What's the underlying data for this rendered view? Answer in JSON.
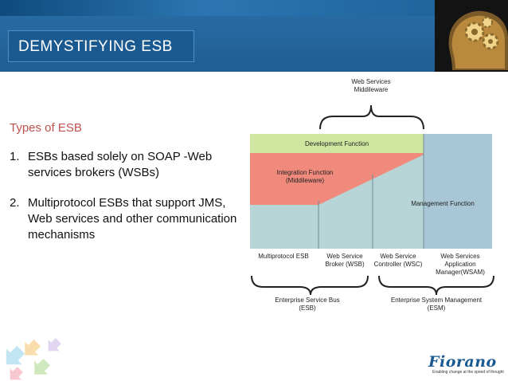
{
  "slide": {
    "title": "DEMYSTIFYING ESB"
  },
  "content": {
    "heading": "Types of ESB",
    "items": [
      {
        "number": "1.",
        "text": "ESBs based solely on SOAP -Web services brokers (WSBs)"
      },
      {
        "number": "2.",
        "text": "Multiprotocol ESBs that support JMS, Web services and other communication mechanisms"
      }
    ]
  },
  "diagram": {
    "top_label_line1": "Web Services",
    "top_label_line2": "Middileware",
    "development_function": "Development Function",
    "integration_function_line1": "Integration Function",
    "integration_function_line2": "(Middileware)",
    "management_function": "Management Function",
    "columns": [
      {
        "line1": "Multiprotocol ESB",
        "line2": "",
        "line3": ""
      },
      {
        "line1": "Web Service",
        "line2": "Broker (WSB)",
        "line3": ""
      },
      {
        "line1": "Web Service",
        "line2": "Controller (WSC)",
        "line3": ""
      },
      {
        "line1": "Web Services",
        "line2": "Application",
        "line3": "Manager(WSAM)"
      }
    ],
    "bottom_left_line1": "Enterprise Service Bus",
    "bottom_left_line2": "(ESB)",
    "bottom_right_line1": "Enterprise System Management",
    "bottom_right_line2": "(ESM)",
    "colors": {
      "development": "#cfe6a0",
      "integration": "#f08a7c",
      "management": "#a8c6d6",
      "base": "#b7d5d6"
    }
  },
  "logo": {
    "name": "Fiorano",
    "tagline": "Enabling change at the speed of thought"
  }
}
